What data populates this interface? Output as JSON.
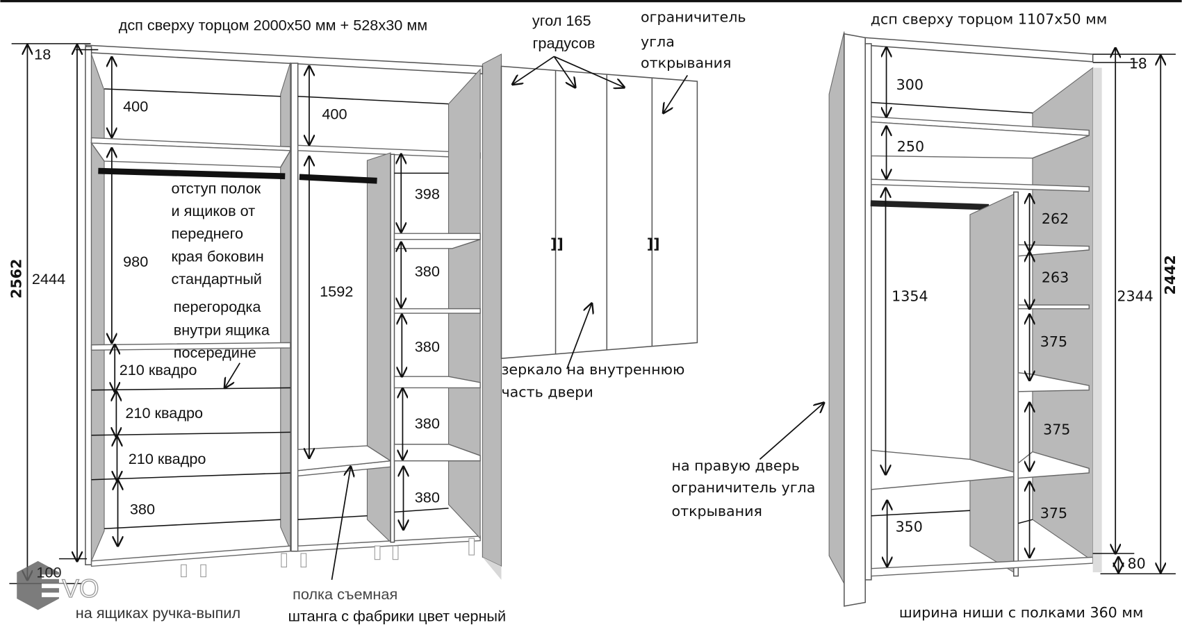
{
  "left_cabinet": {
    "top_note": "дсп сверху торцом 2000х50 мм + 528х30 мм",
    "dims": {
      "top_thickness": "18",
      "total_height": "2562",
      "inner_height": "2444",
      "plinth": "100",
      "left_top_shelf": "400",
      "middle_top_shelf": "400",
      "left_hanging": "980",
      "middle_hanging": "1592",
      "right_col": [
        "398",
        "380",
        "380",
        "380",
        "380"
      ],
      "drawers": [
        "210 квадро",
        "210 квадро",
        "210 квадро"
      ],
      "left_bottom": "380"
    },
    "notes": {
      "offset": [
        "отступ полок",
        "и ящиков от",
        "переднего",
        "края боковин",
        "стандартный"
      ],
      "partition": [
        "перегородка",
        "внутри ящика",
        "посередине"
      ],
      "drawer_handle": "на ящиках ручка-выпил",
      "removable_shelf": "полка съемная",
      "rail": "штанга с фабрики цвет черный"
    }
  },
  "doors": {
    "angle": [
      "угол 165",
      "градусов"
    ],
    "limiter": [
      "ограничитель",
      "угла",
      "открывания"
    ],
    "mirror": [
      "зеркало на внутреннюю",
      "часть двери"
    ],
    "handle_glyph": "]]"
  },
  "right_cabinet": {
    "top_note": "дсп сверху торцом 1107х50 мм",
    "dims": {
      "top_shelf": "300",
      "second_shelf": "250",
      "hanging": "1354",
      "bottom": "350",
      "right_col": [
        "262",
        "263",
        "375",
        "375",
        "375"
      ],
      "top_thickness": "18",
      "inner_height": "2344",
      "total_height": "2442",
      "plinth": "80"
    },
    "notes": {
      "right_door": [
        "на правую дверь",
        "ограничитель угла",
        "открывания"
      ],
      "niche_width": "ширина ниши с полками 360 мм"
    }
  },
  "logo": {
    "text": "EVO"
  }
}
